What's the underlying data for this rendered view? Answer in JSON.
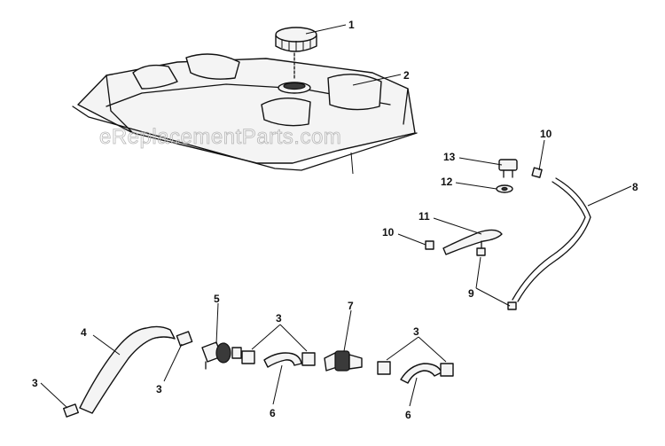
{
  "watermark": "eReplacementParts.com",
  "callouts": {
    "c1": "1",
    "c2": "2",
    "c3a": "3",
    "c3b": "3",
    "c3c": "3",
    "c3d": "3",
    "c4": "4",
    "c5": "5",
    "c6a": "6",
    "c6b": "6",
    "c7": "7",
    "c8": "8",
    "c9": "9",
    "c10a": "10",
    "c10b": "10",
    "c11": "11",
    "c12": "12",
    "c13": "13"
  }
}
